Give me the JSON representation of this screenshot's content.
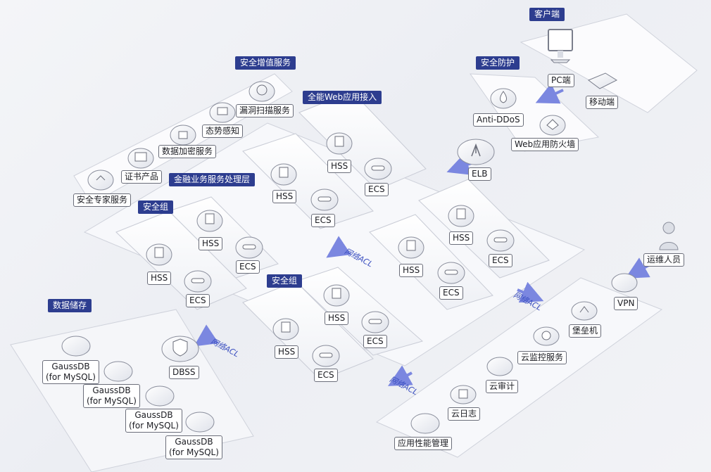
{
  "tags": {
    "client": "客户端",
    "protection": "安全防护",
    "value_added": "安全增值服务",
    "web_access": "全能Web应用接入",
    "finance_layer": "金融业务服务处理层",
    "sg1": "安全组",
    "sg2": "安全组",
    "storage": "数据储存"
  },
  "labels": {
    "pc": "PC端",
    "mobile": "移动端",
    "anti_ddos": "Anti-DDoS",
    "waf": "Web应用防火墙",
    "elb": "ELB",
    "vuln_scan": "漏洞扫描服务",
    "situation": "态势感知",
    "encryption": "数据加密服务",
    "cert": "证书产品",
    "expert": "安全专家服务",
    "hss": "HSS",
    "ecs": "ECS",
    "dbss": "DBSS",
    "gauss_line1": "GaussDB",
    "gauss_line2": "(for MySQL)",
    "ops": "运维人员",
    "vpn": "VPN",
    "bastion": "堡垒机",
    "monitor": "云监控服务",
    "audit": "云审计",
    "log": "云日志",
    "apm": "应用性能管理",
    "acl": "网络ACL"
  },
  "colors": {
    "tag_bg": "#2d3d8f",
    "arrow": "#7b87e0",
    "platform": "#ffffff",
    "platform_edge": "#c9ccd6"
  },
  "icons": {
    "pc": "monitor-icon",
    "mobile": "tablet-icon",
    "anti_ddos": "drop-shield-icon",
    "waf": "firewall-icon",
    "elb": "load-balancer-icon",
    "hss": "host-security-icon",
    "ecs": "server-icon",
    "dbss": "shield-icon",
    "gauss": "database-icon",
    "ops": "person-icon"
  }
}
